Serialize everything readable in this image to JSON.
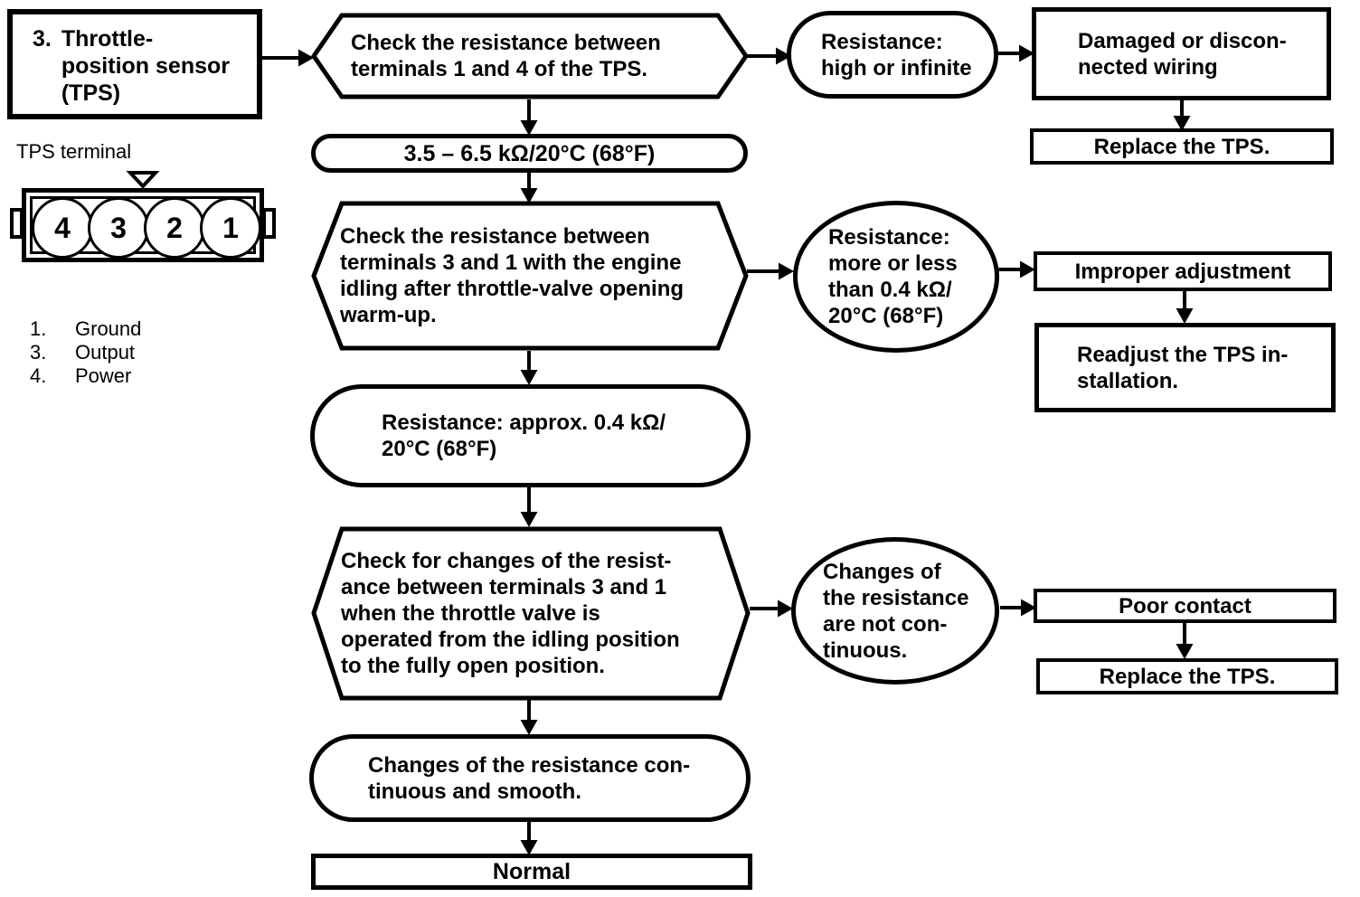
{
  "title_box": {
    "number": "3.",
    "lines": [
      "Throttle-",
      "position sensor",
      "(TPS)"
    ]
  },
  "connector": {
    "label": "TPS terminal",
    "pins": [
      "4",
      "3",
      "2",
      "1"
    ],
    "legend": [
      {
        "num": "1.",
        "label": "Ground"
      },
      {
        "num": "3.",
        "label": "Output"
      },
      {
        "num": "4.",
        "label": "Power"
      }
    ]
  },
  "flow": {
    "check1": [
      "Check the resistance between",
      "terminals 1 and 4 of the TPS."
    ],
    "result1": [
      "Resistance:",
      "high or infinite"
    ],
    "cause1": [
      "Damaged or discon-",
      "nected wiring"
    ],
    "action1": "Replace the TPS.",
    "spec1": "3.5 – 6.5 kΩ/20°C (68°F)",
    "check2": [
      "Check the resistance between",
      "terminals 3 and 1 with the engine",
      "idling after throttle-valve opening",
      "warm-up."
    ],
    "result2": [
      "Resistance:",
      "more or less",
      "than 0.4 kΩ/",
      "20°C (68°F)"
    ],
    "cause2": "Improper adjustment",
    "action2": [
      "Readjust the TPS in-",
      "stallation."
    ],
    "spec2": [
      "Resistance: approx. 0.4 kΩ/",
      "20°C (68°F)"
    ],
    "check3": [
      "Check for changes of the resist-",
      "ance between terminals 3 and 1",
      "when the throttle valve is",
      "operated from the idling position",
      "to the fully open position."
    ],
    "result3": [
      "Changes of",
      "the resistance",
      "are not con-",
      "tinuous."
    ],
    "cause3": "Poor contact",
    "action3": "Replace the TPS.",
    "spec3": [
      "Changes of the resistance con-",
      "tinuous and smooth."
    ],
    "final": "Normal"
  },
  "colors": {
    "ink": "#000000",
    "paper": "#ffffff"
  }
}
